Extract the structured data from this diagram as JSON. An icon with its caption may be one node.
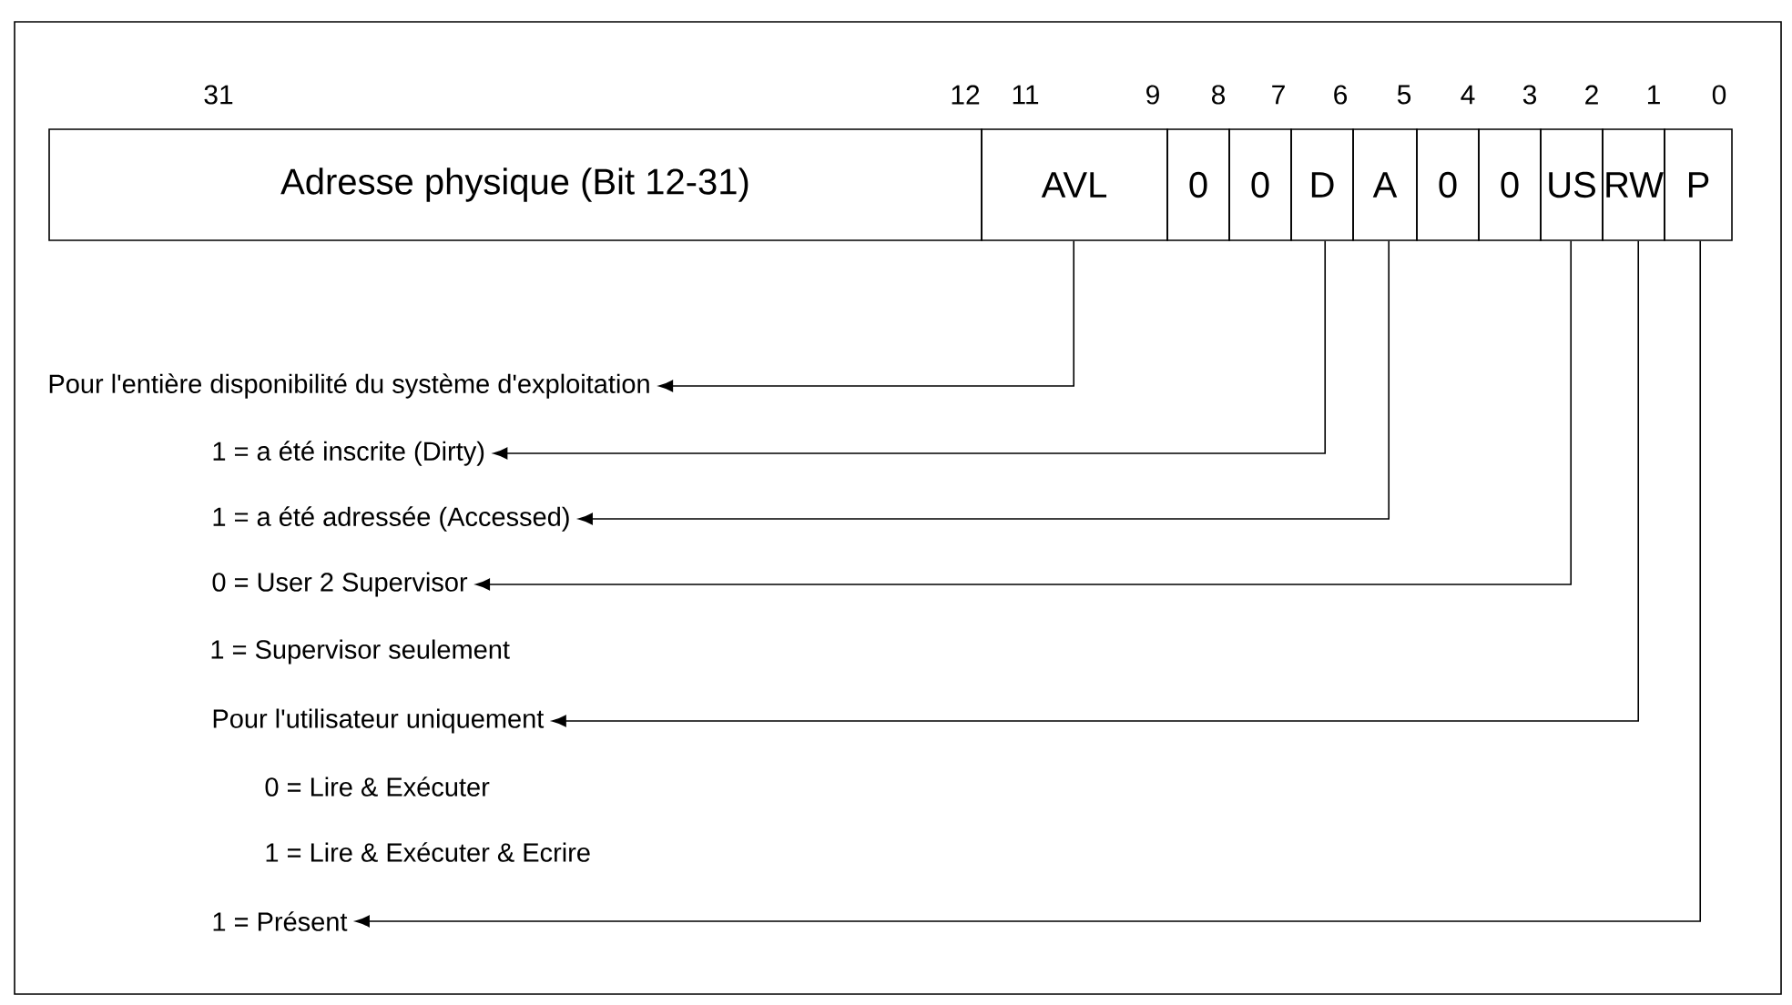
{
  "diagram": {
    "nodes": [
      {
        "text": [
          "Adresse physique (Bit 12-31)"
        ]
      },
      {
        "text": [
          "AVL"
        ]
      },
      {
        "text": [
          "0"
        ]
      },
      {
        "text": [
          "0"
        ]
      },
      {
        "text": [
          "D"
        ]
      },
      {
        "text": [
          "A"
        ]
      },
      {
        "text": [
          "0"
        ]
      },
      {
        "text": [
          "0"
        ]
      },
      {
        "text": [
          "US"
        ]
      },
      {
        "text": [
          "RW"
        ]
      },
      {
        "text": [
          "P"
        ]
      },
      {
        "text": [
          "Pour l'entière disponibilité du système d'exploitation"
        ]
      },
      {
        "text": [
          "1 = a été inscrite (Dirty)"
        ]
      },
      {
        "text": [
          "1 = a été adressée (Accessed)"
        ]
      },
      {
        "text": [
          "0 = User 2 Supervisor"
        ]
      },
      {
        "text": [
          "Pour l'utilisateur uniquement"
        ]
      },
      {
        "text": [
          "1 = Présent"
        ]
      }
    ],
    "edges": [
      {
        "from": 1,
        "to": 11,
        "arrow": "to"
      },
      {
        "from": 4,
        "to": 12,
        "arrow": "to"
      },
      {
        "from": 5,
        "to": 13,
        "arrow": "to"
      },
      {
        "from": 8,
        "to": 14,
        "arrow": "to"
      },
      {
        "from": 9,
        "to": 15,
        "arrow": "to"
      },
      {
        "from": 10,
        "to": 16,
        "arrow": "to"
      }
    ],
    "labels": [
      "31",
      "12",
      "11",
      "9",
      "8",
      "7",
      "6",
      "5",
      "4",
      "3",
      "2",
      "1",
      "0",
      "1 = Supervisor seulement",
      "0 = Lire & Exécuter",
      "1 = Lire & Exécuter & Ecrire"
    ]
  }
}
